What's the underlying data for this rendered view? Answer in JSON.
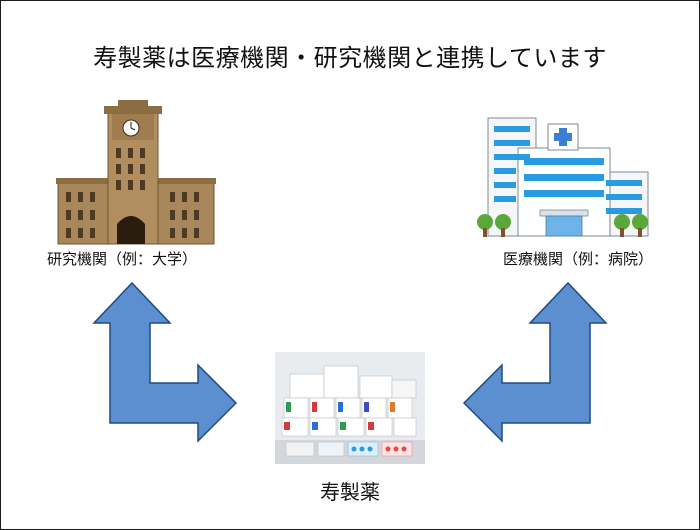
{
  "title": "寿製薬は医療機関・研究機関と連携しています",
  "nodes": {
    "research": {
      "label": "研究機関（例：大学）",
      "icon": "university-building-icon"
    },
    "medical": {
      "label": "医療機関（例：病院）",
      "icon": "hospital-building-icon"
    },
    "center": {
      "label": "寿製薬",
      "icon": "medicine-products-photo"
    }
  },
  "colors": {
    "arrow_fill": "#5b8fd0",
    "arrow_stroke": "#1f4a82",
    "university": "#a8875a",
    "hospital_window": "#2a9be0"
  }
}
